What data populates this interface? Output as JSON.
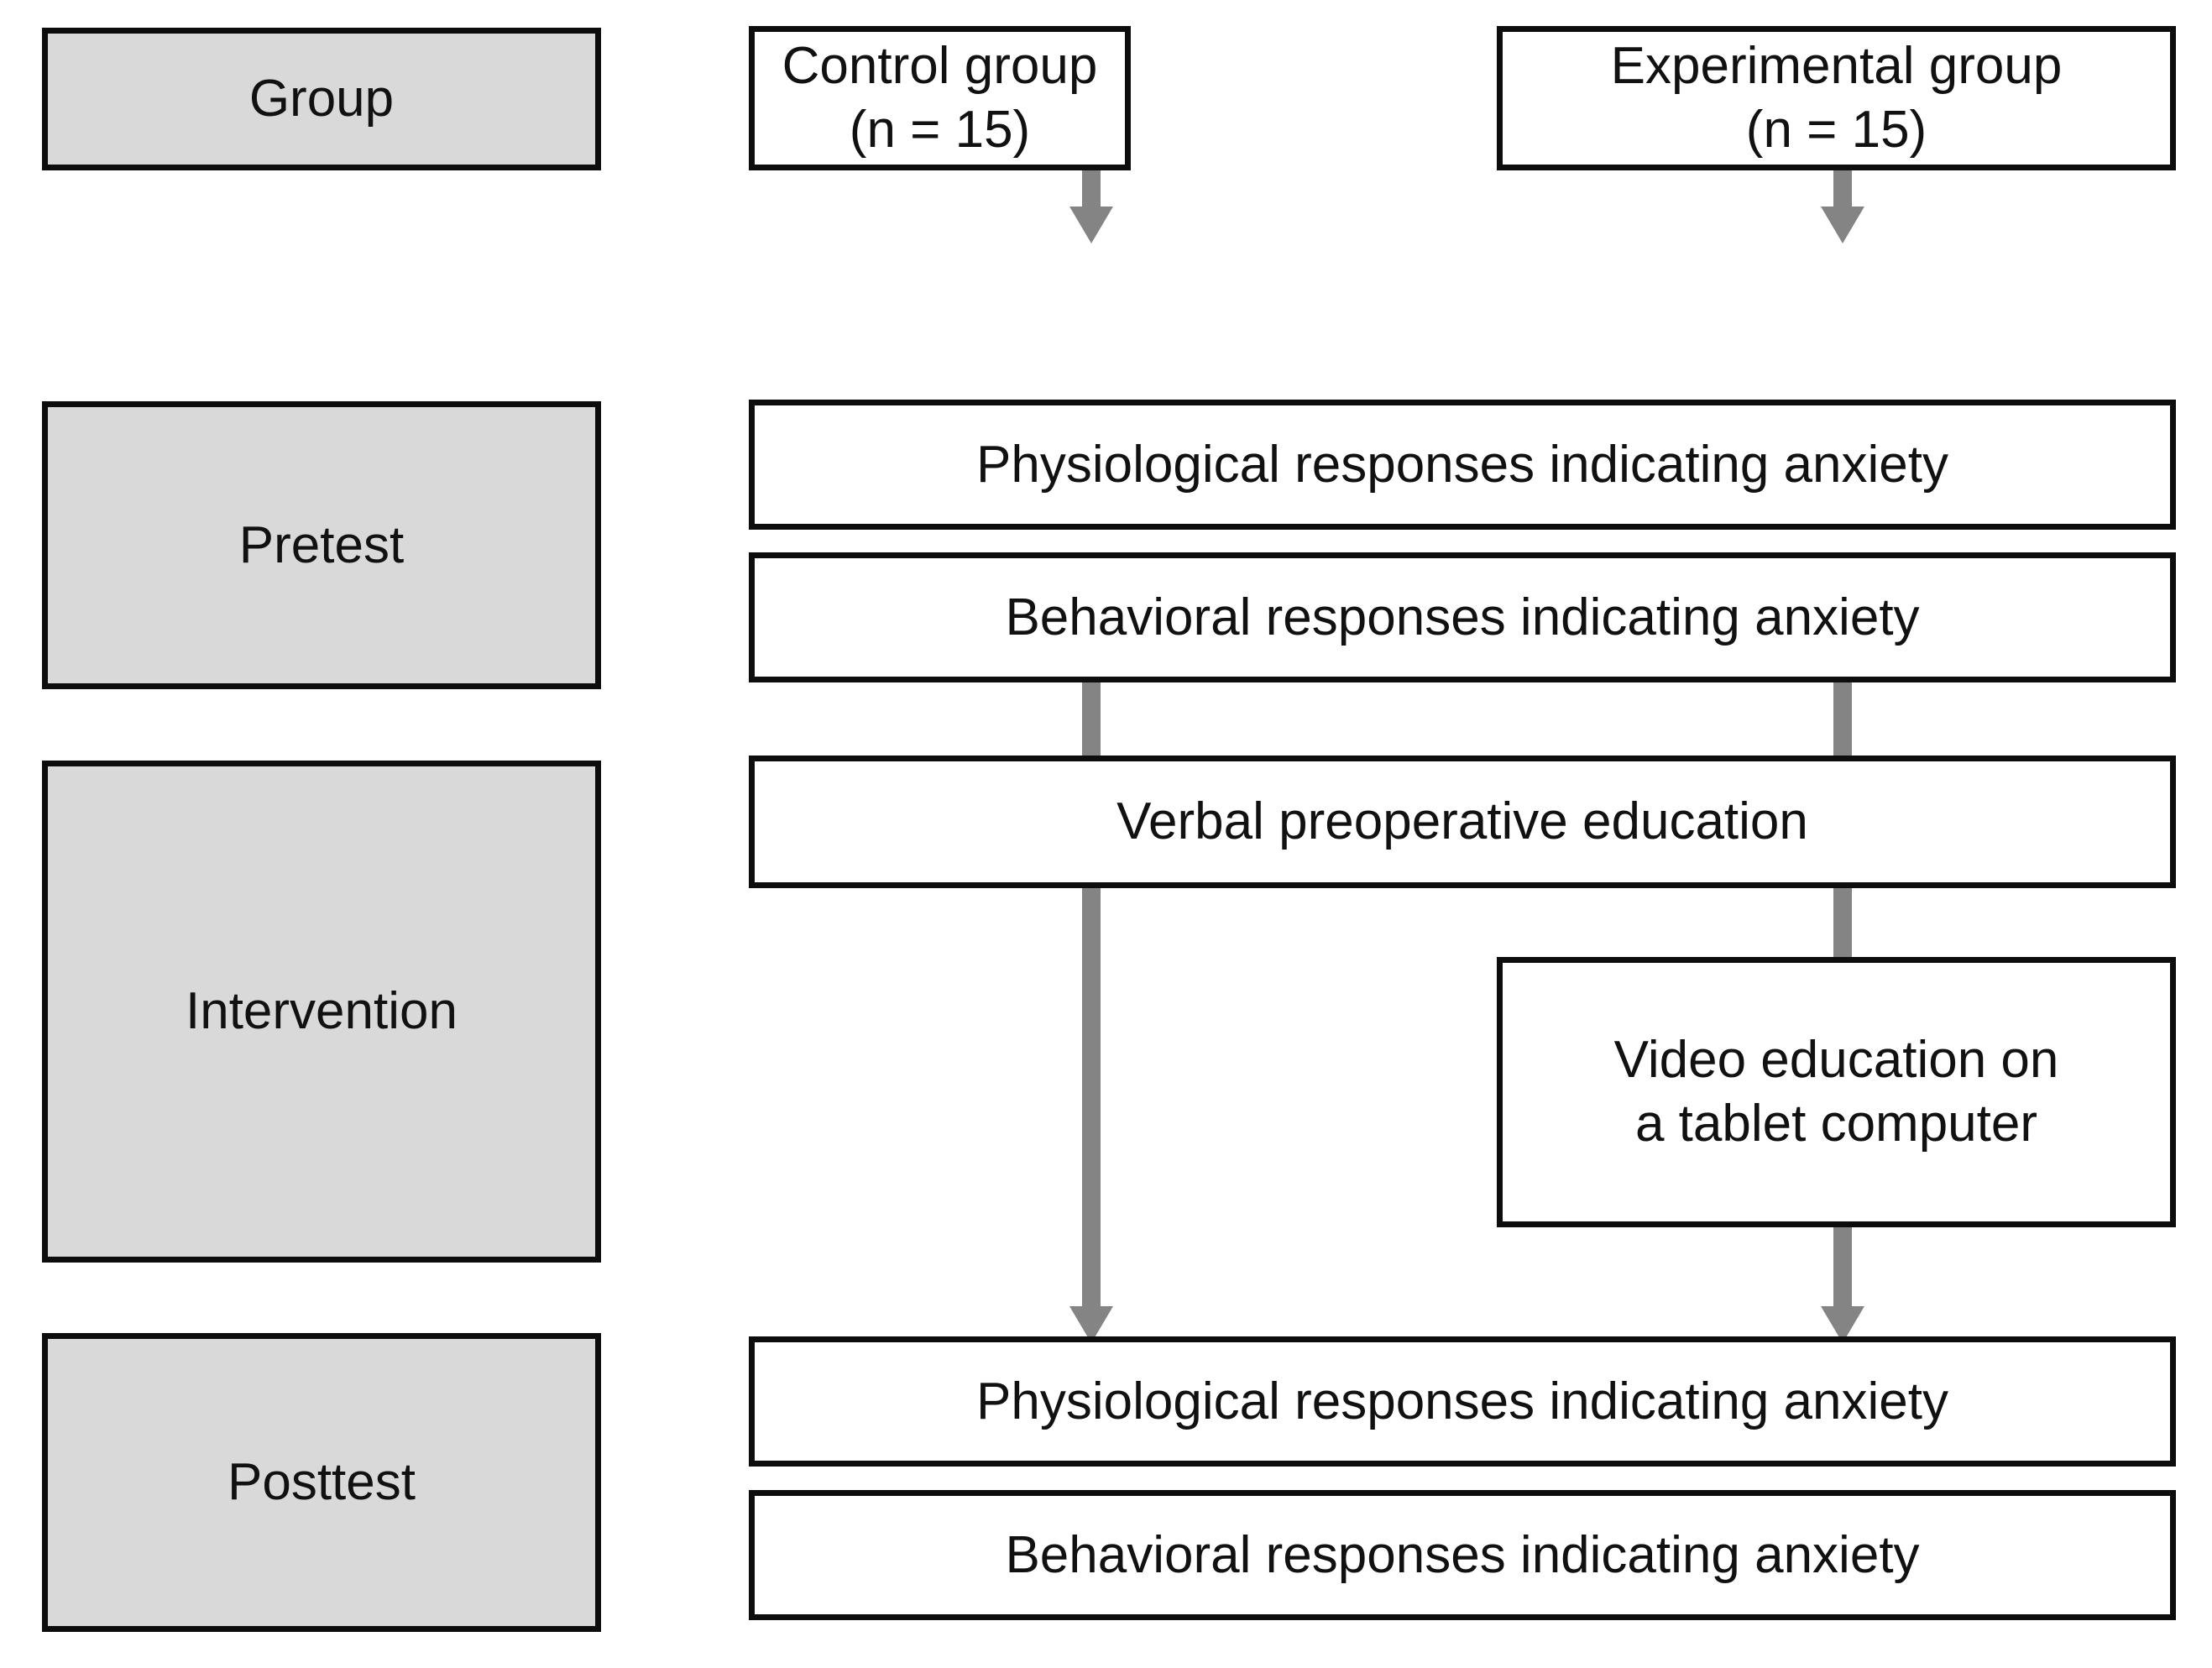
{
  "diagram": {
    "title": "Experimental study design flowchart",
    "colors": {
      "stage_label_fill": "#D9D9D9",
      "box_fill": "#FFFFFF",
      "box_border": "#0D0D0D",
      "arrow": "#848484",
      "text": "#111111"
    }
  },
  "stages": [
    {
      "id": "group",
      "label": "Group"
    },
    {
      "id": "pretest",
      "label": "Pretest"
    },
    {
      "id": "intervention",
      "label": "Intervention"
    },
    {
      "id": "posttest",
      "label": "Posttest"
    }
  ],
  "nodes": {
    "control_group": {
      "line1": "Control group",
      "line2": "(n = 15)"
    },
    "experimental_group": {
      "line1": "Experimental group",
      "line2": "(n = 15)"
    },
    "pretest_physiological": {
      "label": "Physiological responses indicating anxiety"
    },
    "pretest_behavioral": {
      "label": "Behavioral responses indicating anxiety"
    },
    "verbal_education": {
      "label": "Verbal preoperative education"
    },
    "video_education": {
      "line1": "Video  education on",
      "line2": "a tablet computer"
    },
    "posttest_physiological": {
      "label": "Physiological responses indicating anxiety"
    },
    "posttest_behavioral": {
      "label": "Behavioral responses indicating anxiety"
    }
  },
  "edges": [
    {
      "id": "control-to-pretest",
      "name": "arrow-control-to-pretest"
    },
    {
      "id": "experimental-to-pretest",
      "name": "arrow-experimental-to-pretest"
    },
    {
      "id": "pretest-left-to-verbal",
      "name": "arrow-pretest-left-to-verbal-education"
    },
    {
      "id": "pretest-right-to-verbal",
      "name": "arrow-pretest-right-to-verbal-education"
    },
    {
      "id": "verbal-to-posttest-left",
      "name": "arrow-verbal-education-to-posttest"
    },
    {
      "id": "verbal-to-video",
      "name": "arrow-verbal-education-to-video-education"
    },
    {
      "id": "video-to-posttest",
      "name": "arrow-video-education-to-posttest"
    }
  ]
}
